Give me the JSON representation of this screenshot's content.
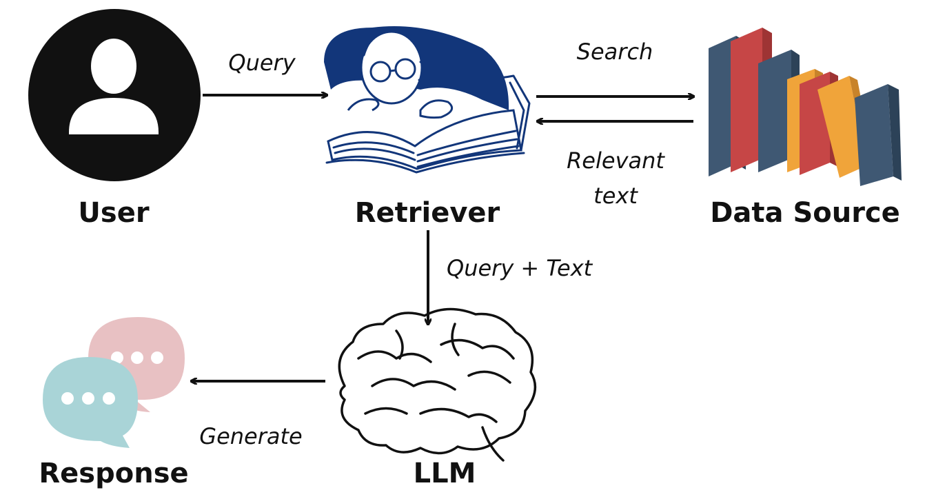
{
  "nodes": {
    "user": {
      "label": "User"
    },
    "retriever": {
      "label": "Retriever"
    },
    "data_source": {
      "label": "Data Source"
    },
    "llm": {
      "label": "LLM"
    },
    "response": {
      "label": "Response"
    }
  },
  "edges": {
    "query": {
      "label": "Query"
    },
    "search": {
      "label": "Search"
    },
    "relevant_text": {
      "line1": "Relevant",
      "line2": "text"
    },
    "query_text": {
      "label": "Query + Text"
    },
    "generate": {
      "label": "Generate"
    }
  },
  "colors": {
    "ink_blue": "#12367a",
    "book_blue": "#3f5873",
    "book_red": "#c64646",
    "book_orange": "#f0a43a",
    "bubble_pink": "#e8c1c3",
    "bubble_teal": "#a9d4d7",
    "user_icon": "#111111"
  },
  "icons": {
    "user": "user-avatar-icon",
    "retriever": "reading-man-icon",
    "data_source": "books-icon",
    "llm": "brain-icon",
    "response": "chat-bubbles-icon"
  }
}
